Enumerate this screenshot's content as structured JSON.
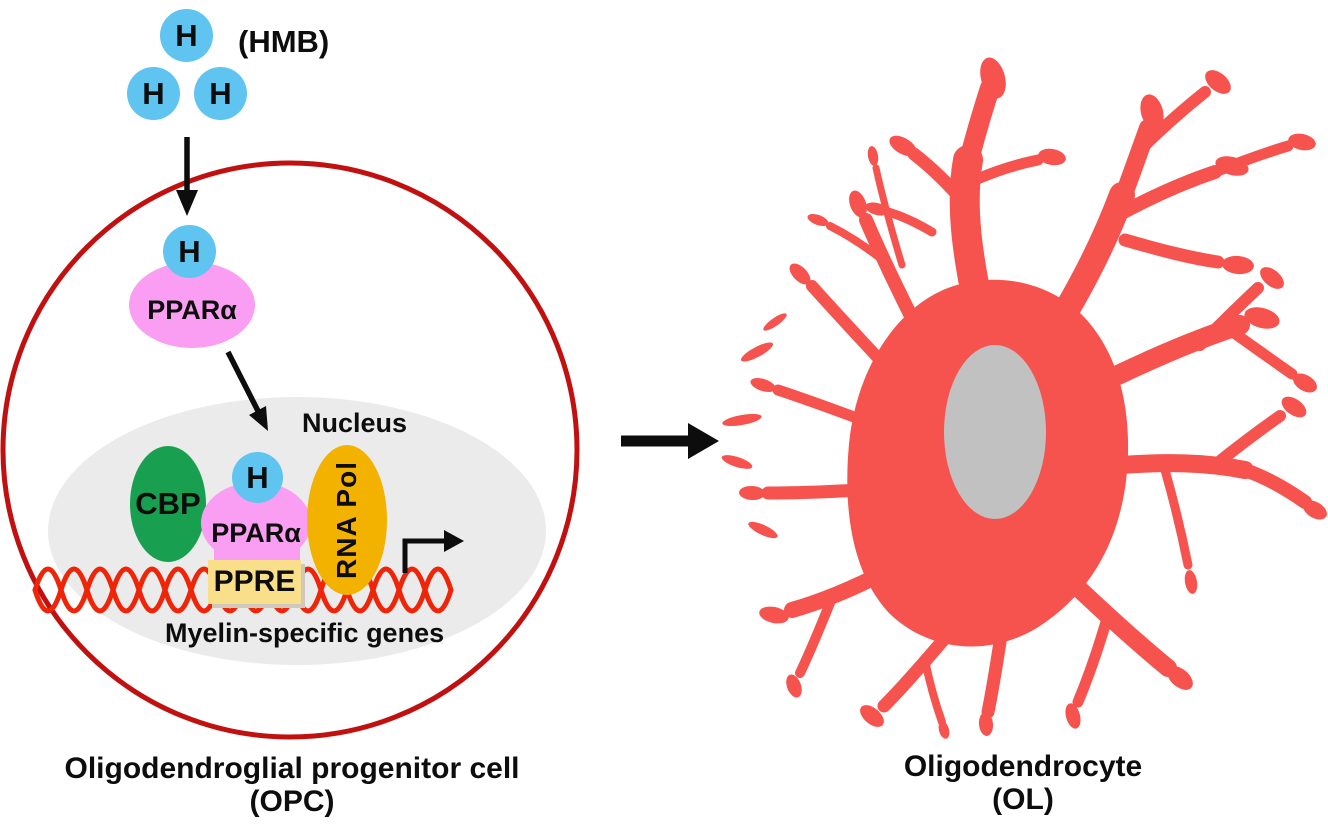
{
  "figure": {
    "hmb": {
      "h_label": "H",
      "group_label": "(HMB)"
    },
    "opc_cell": {
      "cytoplasm_complex": {
        "h_label": "H",
        "receptor_label": "PPARα"
      },
      "nucleus": {
        "label": "Nucleus",
        "cbp_label": "CBP",
        "h_label": "H",
        "receptor_label": "PPARα",
        "rna_pol_label": "RNA Pol",
        "ppre_label": "PPRE",
        "genes_label": "Myelin-specific genes"
      },
      "caption_line1": "Oligodendroglial progenitor cell",
      "caption_line2": "(OPC)"
    },
    "ol_cell": {
      "caption_line1": "Oligodendrocyte",
      "caption_line2": "(OL)"
    },
    "colors": {
      "hmb_blue": "#5FC4F0",
      "ppar_pink": "#F99EF2",
      "cbp_green": "#18A050",
      "rna_pol_orange": "#F3B200",
      "ppre_yellow": "#FADF8B",
      "nucleus_gray": "#EBEBEB",
      "membrane_red": "#C11010",
      "dna_red": "#EE2508",
      "ol_coral": "#F6534F",
      "ol_nucleus_gray": "#C1C1C1",
      "arrow_black": "#0d0d0d"
    }
  }
}
